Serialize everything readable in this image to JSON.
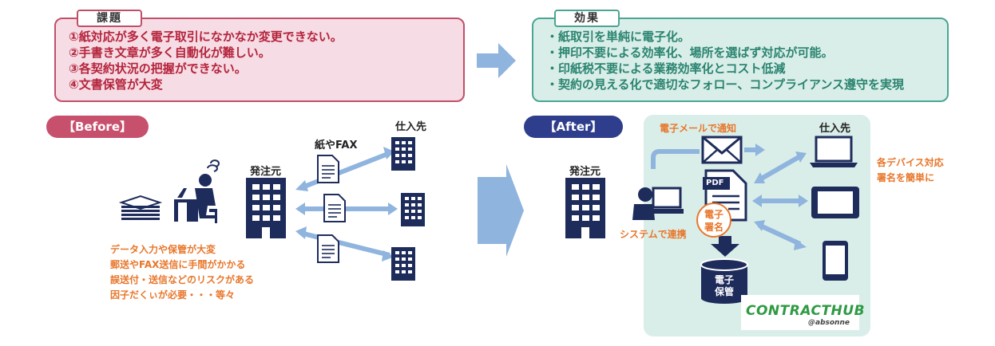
{
  "issues": {
    "title": "課題",
    "items": [
      "①紙対応が多く電子取引になかなか変更できない。",
      "②手書き文章が多く自動化が難しい。",
      "③各契約状況の把握ができない。",
      "④文書保管が大変"
    ]
  },
  "effects": {
    "title": "効果",
    "items": [
      "・紙取引を単純に電子化。",
      "・押印不要による効率化、場所を選ばず対応が可能。",
      "・印紙税不要による業務効率化とコスト低減",
      "・契約の見える化で適切なフォロー、コンプライアンス遵守を実現"
    ]
  },
  "before": {
    "label": "【Before】",
    "orderer": "発注元",
    "supplier": "仕入先",
    "paper_fax": "紙やFAX",
    "problems": [
      "データ入力や保管が大変",
      "郵送やFAX送信に手間がかかる",
      "誤送付・送信などのリスクがある",
      "因子だくぃが必要・・・等々"
    ]
  },
  "after": {
    "label": "【After】",
    "orderer": "発注元",
    "supplier": "仕入先",
    "email_notice": "電子メールで通知",
    "system_link": "システムで連携",
    "pdf": "PDF",
    "e_sign": [
      "電子",
      "署名"
    ],
    "e_store": [
      "電子",
      "保管"
    ],
    "device_note": [
      "各デバイス対応",
      "署名を簡単に"
    ]
  },
  "logo": {
    "main": "CONTRACTHUB",
    "sub": "@absonne"
  },
  "colors": {
    "issue_border": "#c0506a",
    "issue_text": "#b4233c",
    "effect_border": "#4aa593",
    "effect_text": "#2a8470",
    "navy": "#1e2c5c",
    "arrow": "#8fb4de",
    "orange": "#e8762a"
  }
}
